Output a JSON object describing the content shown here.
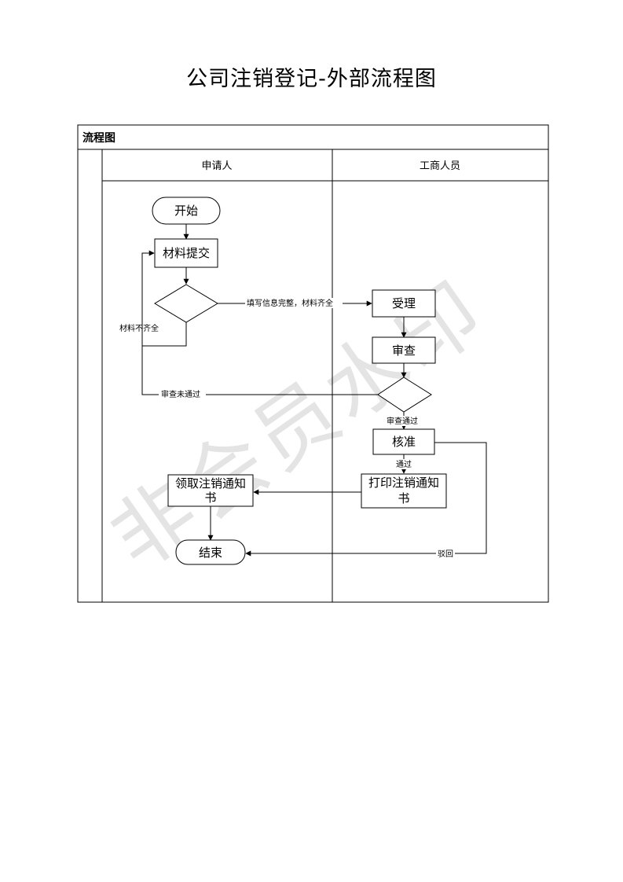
{
  "page": {
    "title": "公司注销登记-外部流程图"
  },
  "frame": {
    "header": "流程图"
  },
  "lanes": [
    {
      "id": "applicant",
      "label": "申请人"
    },
    {
      "id": "staff",
      "label": "工商人员"
    }
  ],
  "nodes": {
    "start": "开始",
    "submit": "材料提交",
    "check": "",
    "accept": "受理",
    "review": "审查",
    "review_decision": "",
    "approve": "核准",
    "print_notice_1": "打印注销通知",
    "print_notice_2": "书",
    "receive_notice_1": "领取注销通知",
    "receive_notice_2": "书",
    "end": "结束"
  },
  "edges": {
    "complete": "填写信息完整，材料齐全",
    "incomplete": "材料不齐全",
    "review_fail": "审查未通过",
    "review_pass": "审查通过",
    "approve_pass": "通过",
    "reject": "驳回"
  },
  "watermark": "非会员水印",
  "colors": {
    "line": "#000000",
    "watermark": "#e4e4e4",
    "background": "#ffffff"
  }
}
